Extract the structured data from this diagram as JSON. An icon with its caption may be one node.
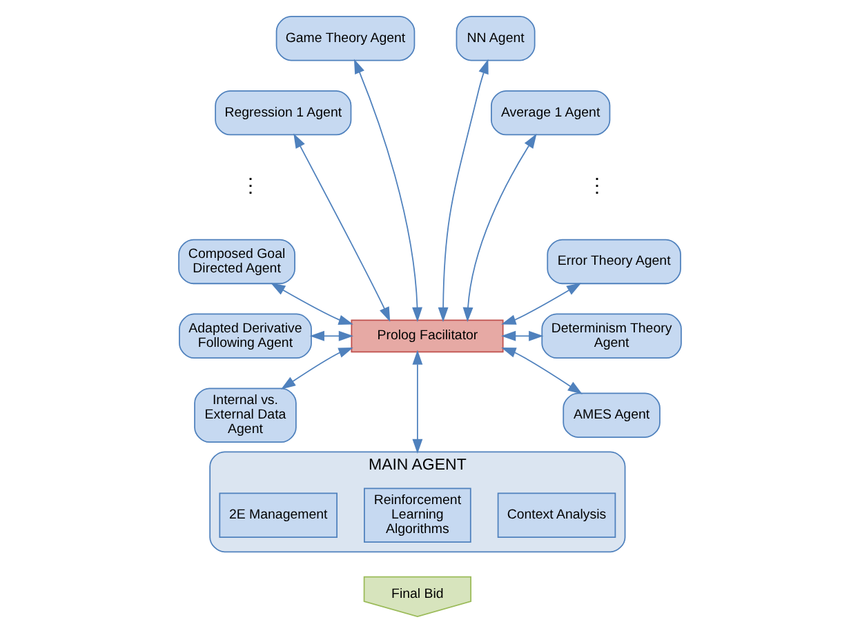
{
  "diagram": {
    "nodes": [
      {
        "text": [
          "Game Theory Agent"
        ]
      },
      {
        "text": [
          "NN Agent"
        ]
      },
      {
        "text": [
          "Regression 1 Agent"
        ]
      },
      {
        "text": [
          "Average 1 Agent"
        ]
      },
      {
        "text": [
          "Composed Goal Directed Agent"
        ]
      },
      {
        "text": [
          "Error Theory Agent"
        ]
      },
      {
        "text": [
          "Adapted Derivative Following Agent"
        ]
      },
      {
        "text": [
          "Prolog Facilitator"
        ]
      },
      {
        "text": [
          "Determinism Theory Agent"
        ]
      },
      {
        "text": [
          "Internal vs. External Data Agent"
        ]
      },
      {
        "text": [
          "AMES Agent"
        ]
      },
      {
        "text": [
          "MAIN AGENT"
        ]
      },
      {
        "text": [
          "Context Analysis"
        ],
        "in": 11
      },
      {
        "text": [
          "Reinforcement Learning Algorithms"
        ],
        "in": 11
      },
      {
        "text": [
          "2E Management"
        ],
        "in": 11
      },
      {
        "text": [
          "Final Bid"
        ]
      }
    ],
    "edges": [
      {
        "from": 0,
        "to": 7,
        "arrow": "both"
      },
      {
        "from": 1,
        "to": 7,
        "arrow": "both"
      },
      {
        "from": 2,
        "to": 7,
        "arrow": "both"
      },
      {
        "from": 3,
        "to": 7,
        "arrow": "both"
      },
      {
        "from": 4,
        "to": 7,
        "arrow": "both"
      },
      {
        "from": 5,
        "to": 7,
        "arrow": "both"
      },
      {
        "from": 6,
        "to": 7,
        "arrow": "both"
      },
      {
        "from": 8,
        "to": 7,
        "arrow": "both"
      },
      {
        "from": 9,
        "to": 7,
        "arrow": "both"
      },
      {
        "from": 10,
        "to": 7,
        "arrow": "both"
      },
      {
        "from": 7,
        "to": 11,
        "arrow": "both"
      }
    ],
    "labels": [
      "⋮",
      "⋮"
    ]
  }
}
